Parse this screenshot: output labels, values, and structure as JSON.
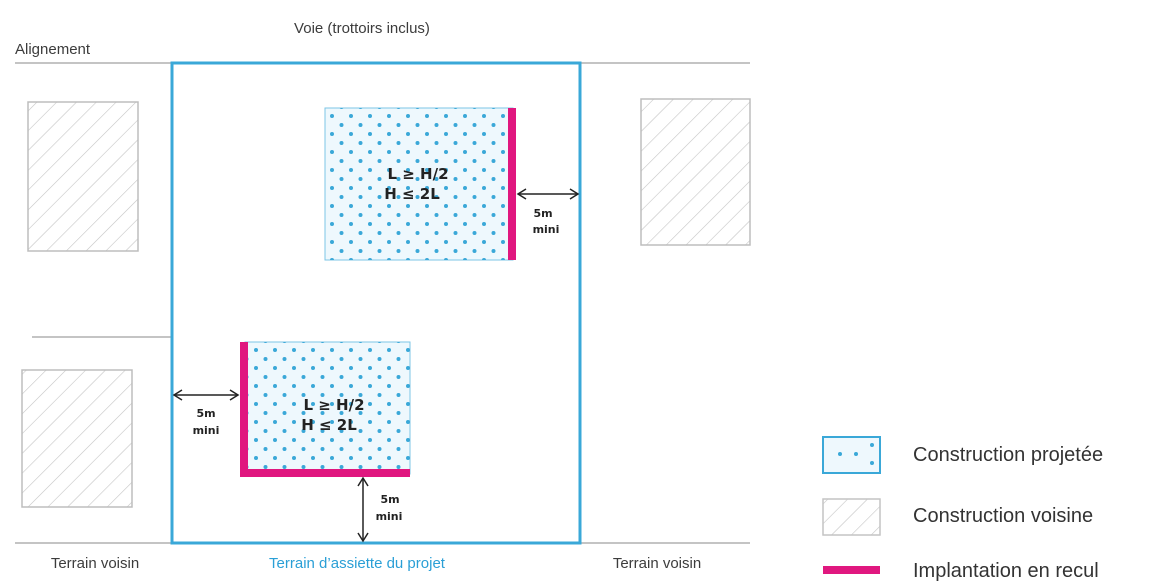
{
  "labels": {
    "voie": "Voie (trottoirs inclus)",
    "alignement": "Alignement",
    "terrain_voisin_left": "Terrain voisin",
    "terrain_voisin_right": "Terrain voisin",
    "terrain_assiette": "Terrain d’assiette du projet"
  },
  "buildings": [
    {
      "line1": "L ≥ H/2",
      "line2": "H ≤ 2L"
    },
    {
      "line1": "L ≥ H/2",
      "line2": "H ≤ 2L"
    }
  ],
  "dimensions": [
    {
      "value": "5m",
      "unit": "mini"
    },
    {
      "value": "5m",
      "unit": "mini"
    },
    {
      "value": "5m",
      "unit": "mini"
    }
  ],
  "legend": [
    {
      "label": "Construction projetée",
      "icon": "dotted-square-icon"
    },
    {
      "label": "Construction voisine",
      "icon": "hatched-square-icon"
    },
    {
      "label": "Implantation en recul",
      "icon": "magenta-bar-icon"
    }
  ],
  "colors": {
    "plot_border": "#3aa8d8",
    "projected_fill": "#eef8fd",
    "projected_dots": "#3aa8d8",
    "setback": "#e0177f",
    "neighbor_stroke": "#bdbdbd",
    "text": "#3c3c3c",
    "blue_text": "#2a9fd6"
  }
}
